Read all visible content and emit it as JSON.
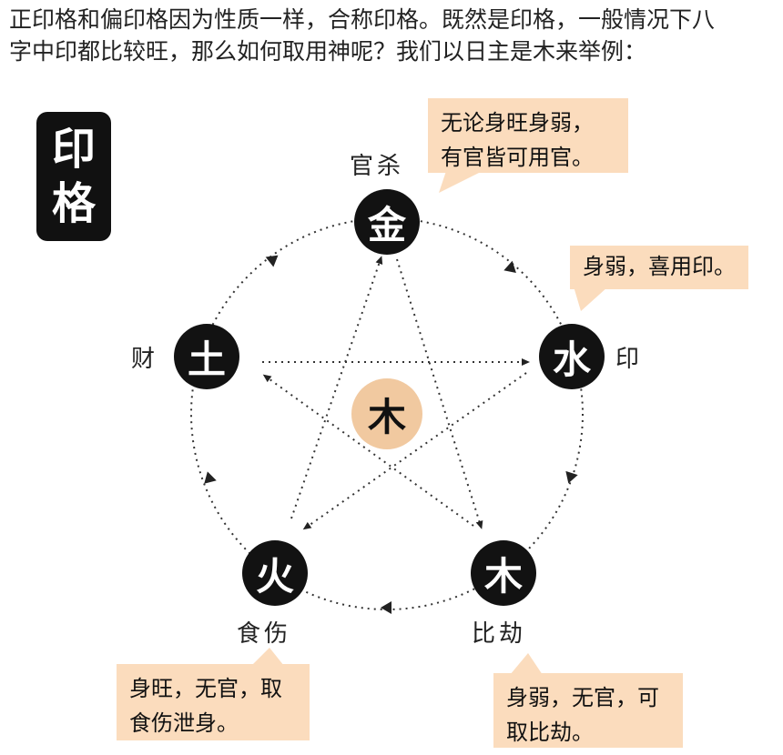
{
  "intro": {
    "line1": "正印格和偏印格因为性质一样，合称印格。既然是印格，一般情况下八",
    "line2": "字中印都比较旺，那么如何取用神呢？我们以日主是木来举例："
  },
  "badge": {
    "char1": "印",
    "char2": "格"
  },
  "nodes": {
    "metal": "金",
    "water": "水",
    "wood": "木",
    "fire": "火",
    "earth": "土",
    "center": "木"
  },
  "labels": {
    "metal": "官杀",
    "water": "印",
    "wood": "比劫",
    "fire": "食伤",
    "earth": "财"
  },
  "callouts": {
    "metal": {
      "line1": "无论身旺身弱，",
      "line2": "有官皆可用官。"
    },
    "water": {
      "line1": "身弱，喜用印。"
    },
    "fire": {
      "line1": "身旺，无官，取",
      "line2": "食伤泄身。"
    },
    "wood": {
      "line1": "身弱，无官，可",
      "line2": "取比劫。"
    }
  },
  "colors": {
    "node": "#121212",
    "center": "#f1c9a0",
    "callout": "#fbdcbd",
    "line": "#333333"
  }
}
